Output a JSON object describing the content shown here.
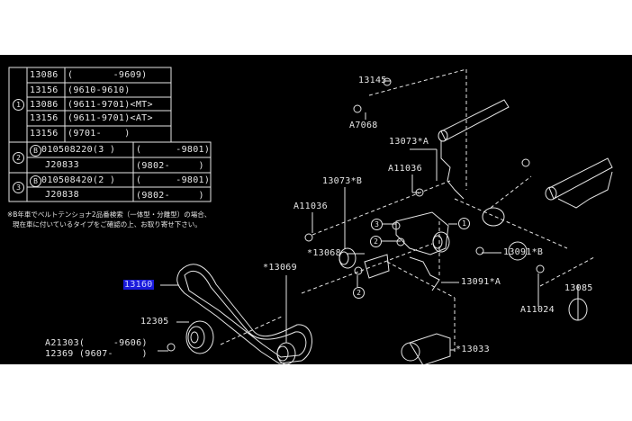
{
  "table": {
    "group1": {
      "marker": "1",
      "rows": [
        {
          "part": "13086",
          "range": "(       -9609)"
        },
        {
          "part": "13156",
          "range": "(9610-9610)"
        },
        {
          "part": "13086",
          "range": "(9611-9701)<MT>"
        },
        {
          "part": "13156",
          "range": "(9611-9701)<AT>"
        },
        {
          "part": "13156",
          "range": "(9701-    )"
        }
      ]
    },
    "group2": {
      "marker": "2",
      "rows": [
        {
          "part": "010508220(3 )",
          "prefix": "B",
          "range": "(      -9801)"
        },
        {
          "part": "J20833",
          "range": "(9802-     )"
        }
      ]
    },
    "group3": {
      "marker": "3",
      "rows": [
        {
          "part": "010508420(2 )",
          "prefix": "B",
          "range": "(      -9801)"
        },
        {
          "part": "J20838",
          "range": "(9802-     )"
        }
      ]
    }
  },
  "note": {
    "line1": "※B年車でベルトテンショナ2品番検索（一体型・分離型）の場合、",
    "line2": "現在車に付いているタイプをご確認の上、お取り寄せ下さい。"
  },
  "labels": {
    "p13145": "13145",
    "a7068": "A7068",
    "p13073a": "13073*A",
    "a11036_upper": "A11036",
    "p13073b": "13073*B",
    "a11036_lower": "A11036",
    "c3": "3",
    "c1": "1",
    "c2_upper": "2",
    "p13068": "*13068",
    "p13091b": "13091*B",
    "p13069": "*13069",
    "c2_lower": "2",
    "p13091a": "13091*A",
    "p13085": "13085",
    "a11024": "A11024",
    "p13033": "*13033",
    "p13160": "13160",
    "p12305": "12305",
    "a21303": "A21303(     -9606)",
    "p12369": "12369 (9607-     )"
  }
}
